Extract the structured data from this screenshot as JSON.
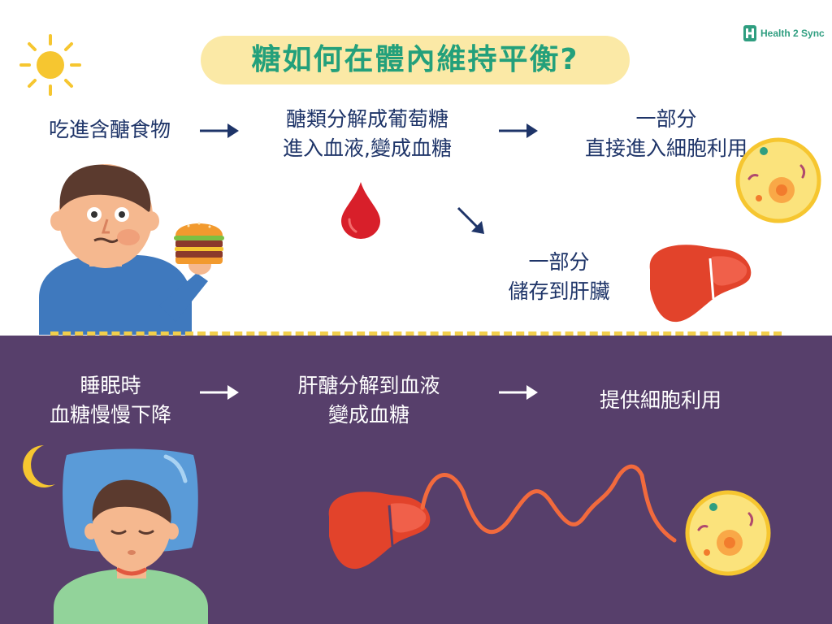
{
  "title": "糖如何在體內維持平衡?",
  "logo": {
    "text": "Health 2 Sync"
  },
  "day_flow": {
    "step1": "吃進含醣食物",
    "step2_line1": "醣類分解成葡萄糖",
    "step2_line2": "進入血液,變成血糖",
    "step3_line1": "一部分",
    "step3_line2": "直接進入細胞利用",
    "step4_line1": "一部分",
    "step4_line2": "儲存到肝臟"
  },
  "night_flow": {
    "step1_line1": "睡眠時",
    "step1_line2": "血糖慢慢下降",
    "step2_line1": "肝醣分解到血液",
    "step2_line2": "變成血糖",
    "step3": "提供細胞利用"
  },
  "icons": [
    "sun-icon",
    "moon-icon",
    "blood-drop-icon",
    "liver-icon",
    "cell-icon",
    "hamburger-icon",
    "arrow-right-icon",
    "arrow-down-right-icon"
  ],
  "colors": {
    "title_green": "#23a07b",
    "title_pill": "#fbe9a6",
    "day_text": "#1e3468",
    "night_bg": "#573f6b",
    "divider": "#f2cf4c",
    "liver": "#e2432b",
    "blood": "#d81f2a"
  }
}
